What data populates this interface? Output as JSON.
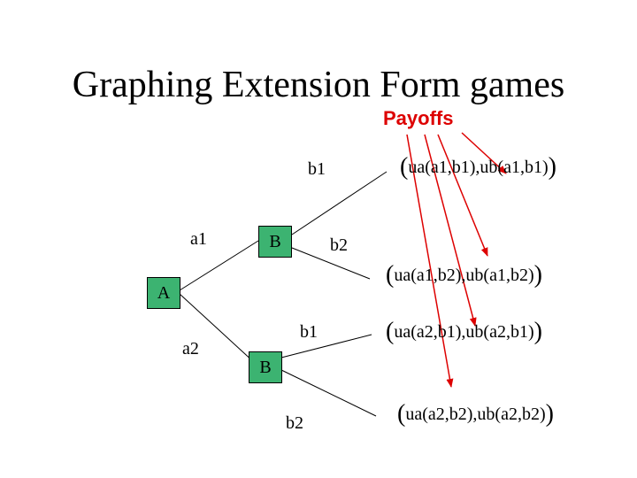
{
  "title": "Graphing Extension Form games",
  "payoffs_label": "Payoffs",
  "colors": {
    "accent": "#dd0000",
    "node_fill": "#3cb371"
  },
  "nodes": {
    "root": "A",
    "upper": "B",
    "lower": "B"
  },
  "branches": {
    "a1": "a1",
    "a2": "a2",
    "upper_b1": "b1",
    "upper_b2": "b2",
    "lower_b1": "b1",
    "lower_b2": "b2"
  },
  "outcomes": [
    {
      "open": "(",
      "text": "ua(a1,b1),ub(a1,b1)",
      "close": ")"
    },
    {
      "open": "(",
      "text": "ua(a1,b2),ub(a1,b2)",
      "close": ")"
    },
    {
      "open": "(",
      "text": "ua(a2,b1),ub(a2,b1)",
      "close": ")"
    },
    {
      "open": "(",
      "text": "ua(a2,b2),ub(a2,b2)",
      "close": ")"
    }
  ]
}
